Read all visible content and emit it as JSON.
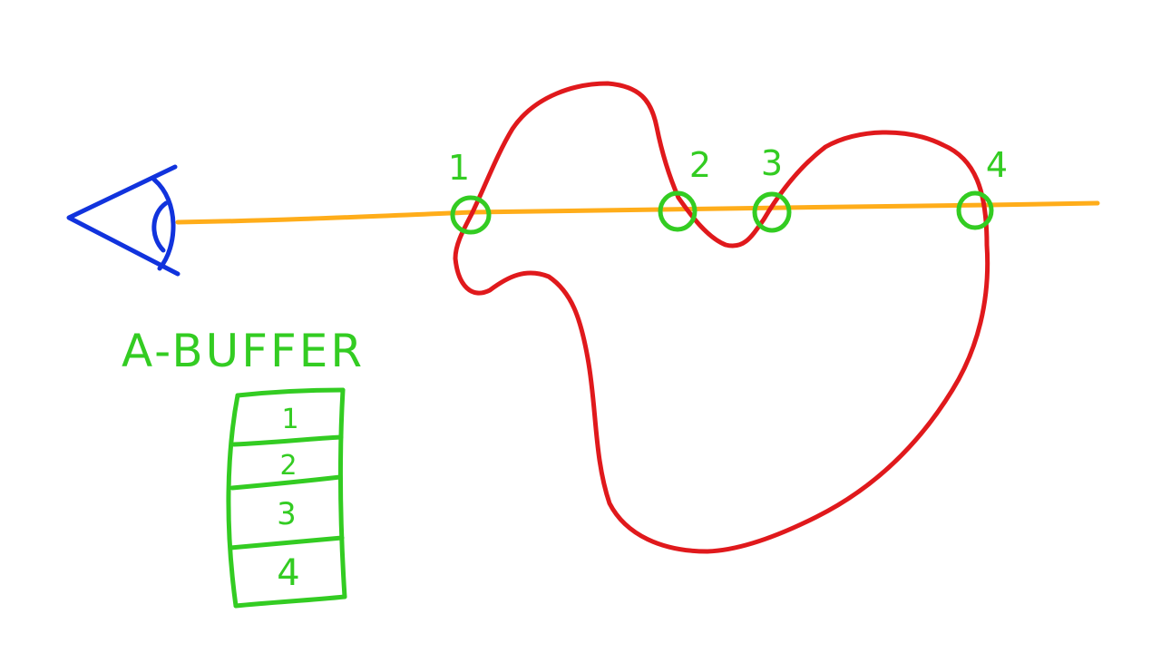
{
  "title": "A-BUFFER",
  "colors": {
    "eye": "#1133dd",
    "ray": "#ffad1a",
    "shape": "#e0191c",
    "annotation": "#33cc22",
    "background": "#ffffff"
  },
  "intersections": [
    {
      "label": "1"
    },
    {
      "label": "2"
    },
    {
      "label": "3"
    },
    {
      "label": "4"
    }
  ],
  "buffer_slots": [
    "1",
    "2",
    "3",
    "4"
  ]
}
